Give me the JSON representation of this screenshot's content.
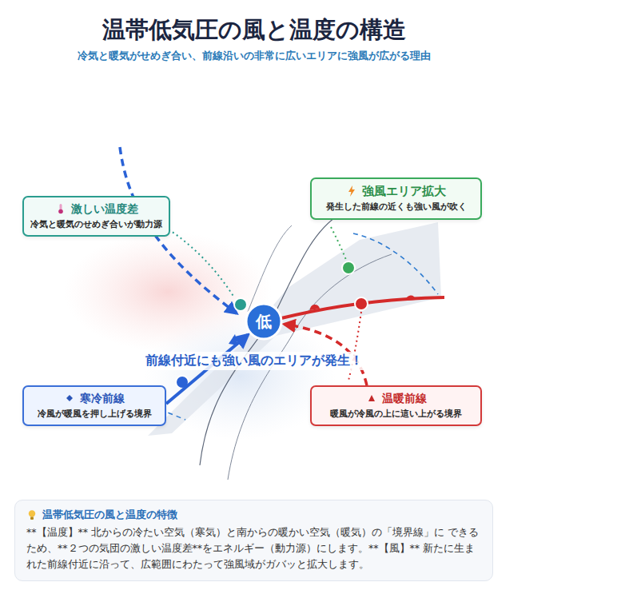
{
  "diagram": {
    "title": "温帯低気圧の風と温度の構造",
    "nodes": [
      {
        "text": [
          "激しい温度差",
          "冷気と暖気のせめぎ合いが動力源"
        ]
      },
      {
        "text": [
          "強風エリア拡大",
          "発生した前線の近くも強い風が吹く"
        ]
      },
      {
        "text": [
          "低"
        ]
      },
      {
        "text": [
          "寒冷前線",
          "冷風が暖風を押し上げる境界"
        ]
      },
      {
        "text": [
          "温暖前線",
          "暖風が冷風の上に這い上がる境界"
        ]
      },
      {
        "text": [
          "温帯低気圧の風と温度の特徴",
          "**【温度】** 北からの冷たい空気（寒気）と南からの暖かい空気（暖気）の「境界線」に できるため、**２つの気団の激しい温度差**をエネルギー（動力源）にします。**【風】** 新たに生まれた前線付近に沿って、広範囲にわたって強風域がガバッと拡大します。"
        ]
      }
    ],
    "edges": [
      {
        "from": 3,
        "to": 2,
        "arrow": "to"
      },
      {
        "from": 4,
        "to": 2,
        "arrow": "to"
      }
    ],
    "labels": [
      "冷気と暖気がせめぎ合い、前線沿いの非常に広いエリアに強風が広がる理由",
      "前線付近にも強い風のエリアが発生！"
    ]
  }
}
